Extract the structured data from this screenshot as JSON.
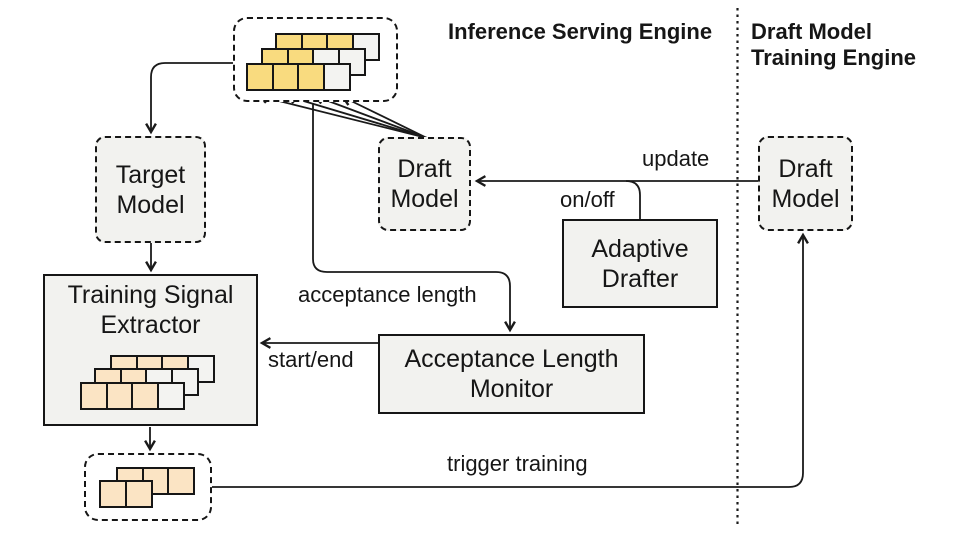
{
  "titles": {
    "inference_engine": "Inference Serving Engine",
    "training_engine_line1": "Draft Model",
    "training_engine_line2": "Training Engine"
  },
  "boxes": {
    "target_model": "Target Model",
    "draft_model_serving": "Draft Model",
    "adaptive_drafter": "Adaptive Drafter",
    "training_signal_extractor": "Training Signal Extractor",
    "acceptance_length_monitor": "Acceptance Length Monitor",
    "draft_model_training": "Draft Model"
  },
  "edge_labels": {
    "update": "update",
    "on_off": "on/off",
    "acceptance_length": "acceptance length",
    "start_end": "start/end",
    "trigger_training": "trigger training"
  },
  "tokens": {
    "colors": {
      "y": "#f9db7f",
      "p": "#fbe4c4",
      "w": "#f3f3f1"
    },
    "top_stack": {
      "rows": [
        [
          "y",
          "y",
          "y",
          "w"
        ],
        [
          "y",
          "y",
          "w",
          "w"
        ],
        [
          "y",
          "y",
          "y",
          "w"
        ]
      ]
    },
    "extractor_stack": {
      "rows": [
        [
          "p",
          "p",
          "p",
          "w"
        ],
        [
          "p",
          "p",
          "w",
          "w"
        ],
        [
          "p",
          "p",
          "p",
          "w"
        ]
      ]
    },
    "bottom_stack": {
      "rows": [
        [
          "p",
          "p",
          "p"
        ],
        [
          "p",
          "p"
        ]
      ]
    }
  },
  "colors": {
    "line": "#1a1a1a",
    "text": "#161616",
    "box_fill": "#f2f2ef",
    "token_yellow": "#f9db7f",
    "token_peach": "#fbe4c4",
    "token_white": "#f3f3f1"
  }
}
